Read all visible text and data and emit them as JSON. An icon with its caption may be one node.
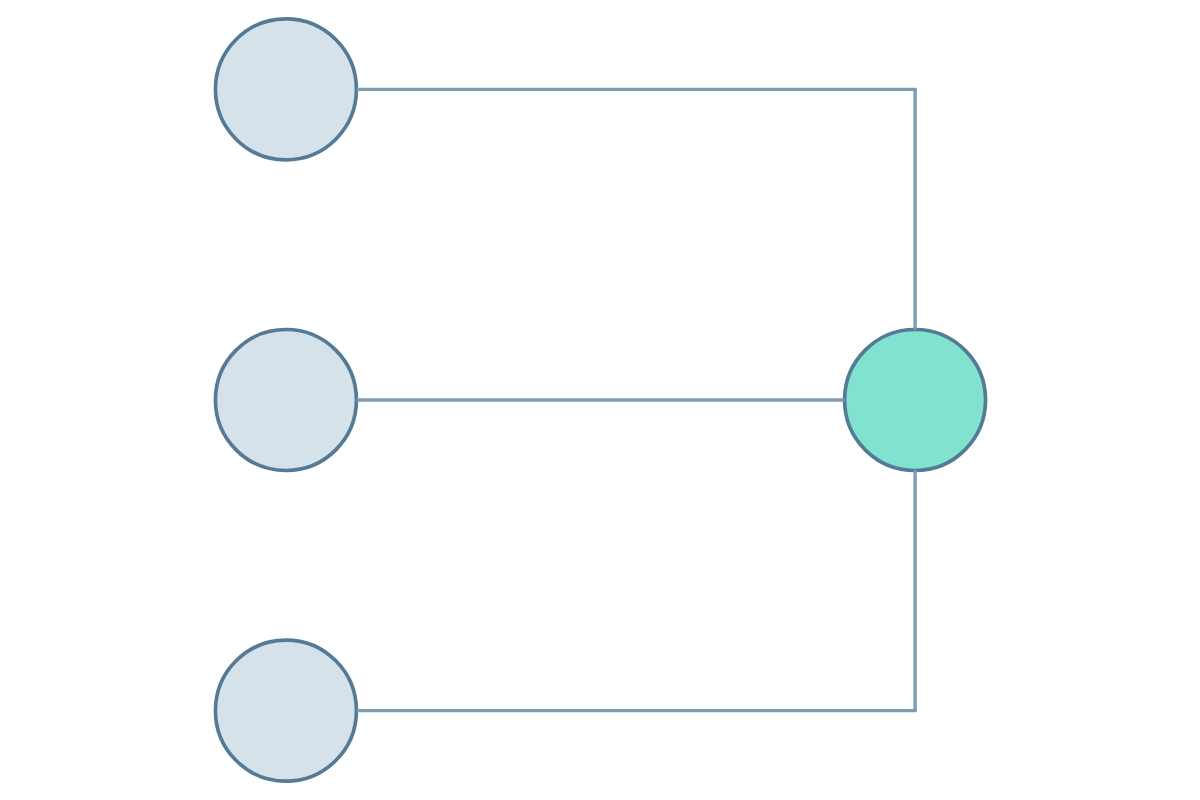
{
  "diagram": {
    "nodes": [
      {
        "text": [],
        "shape": "circle"
      },
      {
        "text": [],
        "shape": "circle"
      },
      {
        "text": [],
        "shape": "circle"
      },
      {
        "text": [],
        "shape": "circle"
      }
    ],
    "edges": [
      {
        "from": 0,
        "to": 3,
        "arrow": "none"
      },
      {
        "from": 1,
        "to": 3,
        "arrow": "none"
      },
      {
        "from": 2,
        "to": 3,
        "arrow": "none"
      }
    ]
  }
}
